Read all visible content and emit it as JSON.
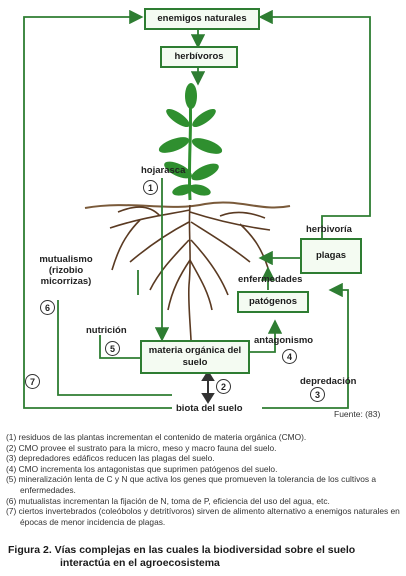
{
  "boxes": {
    "enemigos": "enemigos naturales",
    "herbivoros": "herbívoros",
    "plagas": "plagas",
    "patogenos": "patógenos",
    "materia_l1": "materia orgánica del",
    "materia_l2": "suelo"
  },
  "labels": {
    "hojarasca": "hojarasca",
    "mutualismo_l1": "mutualismo",
    "mutualismo_l2": "(rizobio",
    "mutualismo_l3": "micorrizas)",
    "nutricion": "nutrición",
    "herbivoria": "herbivoría",
    "enfermedades": "enfermedades",
    "antagonismo": "antagonismo",
    "depredacion": "depredación",
    "biota": "biota del suelo"
  },
  "numbers": [
    "1",
    "2",
    "3",
    "4",
    "5",
    "6",
    "7"
  ],
  "source": "Fuente: (83)",
  "notes": [
    "(1) residuos de las plantas incrementan el contenido de materia orgánica (CMO).",
    "(2) CMO provee el sustrato para la micro, meso y macro fauna del suelo.",
    "(3) depredadores edáficos reducen las plagas del suelo.",
    "(4) CMO incrementa los antagonistas que suprimen patógenos del suelo.",
    "(5) mineralización lenta de C y N que activa los genes que promueven la tolerancia de los cultivos a enfermedades.",
    "(6) mutualistas incrementan la fijación de N, toma de P, eficiencia del uso del agua, etc.",
    "(7) ciertos invertebrados (coleóbolos y detritívoros) sirven de alimento alternativo a enemigos naturales en épocas de menor incidencia de plagas."
  ],
  "caption": {
    "line1": "Figura 2. Vías complejas en las cuales la biodiversidad sobre el suelo",
    "line2": "interactúa en el agroecosistema"
  },
  "colors": {
    "box_border": "#2e7d32",
    "box_fill": "#f4fbf2",
    "line": "#2e7d32",
    "leaf": "#2f8f2f",
    "root": "#5a3a22"
  }
}
